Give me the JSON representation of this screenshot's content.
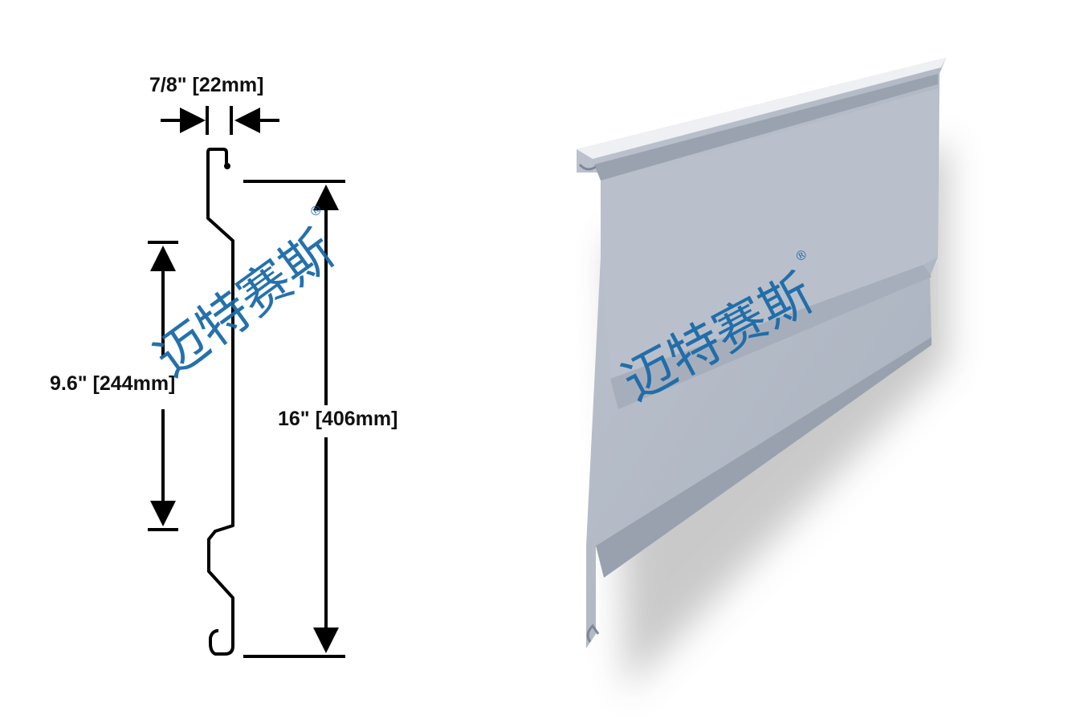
{
  "dimensions": {
    "width_label": "7/8\" [22mm]",
    "rib_spacing_label": "9.6\" [244mm]",
    "coverage_label": "16\" [406mm]"
  },
  "watermark": {
    "text": "迈特赛斯",
    "mark": "®",
    "color": "#1a6aa8"
  },
  "panel": {
    "color": "#b3bac6"
  }
}
